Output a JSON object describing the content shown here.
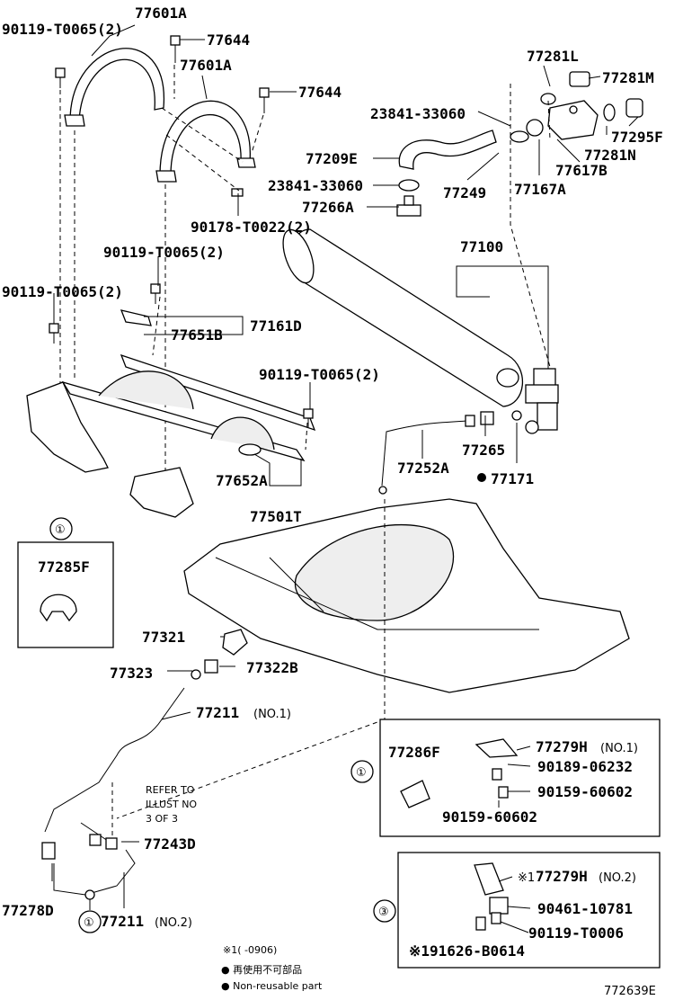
{
  "labels": {
    "p77601A_top": "77601A",
    "p90119_1": "90119-T0065(2)",
    "p77644_1": "77644",
    "p77601A_2": "77601A",
    "p77644_2": "77644",
    "p90178": "90178-T0022(2)",
    "p90119_2": "90119-T0065(2)",
    "p90119_3": "90119-T0065(2)",
    "p77651B": "77651B",
    "p77161D": "77161D",
    "p90119_4": "90119-T0065(2)",
    "p77652A": "77652A",
    "p77501T": "77501T",
    "p77281L": "77281L",
    "p77281M": "77281M",
    "p23841_1": "23841-33060",
    "p77295F": "77295F",
    "p77281N": "77281N",
    "p77617B": "77617B",
    "p77209E": "77209E",
    "p23841_2": "23841-33060",
    "p77249": "77249",
    "p77167A": "77167A",
    "p77266A": "77266A",
    "p77100": "77100",
    "p77265": "77265",
    "p77252A": "77252A",
    "p77171": "77171",
    "p77285F": "77285F",
    "p77321": "77321",
    "p77323": "77323",
    "p77322B": "77322B",
    "p77211_1": "77211",
    "p77211_1_note": "(NO.1)",
    "refer_1": "REFER TO",
    "refer_2": "ILLUST NO",
    "refer_3": "3 OF 3",
    "p77243D": "77243D",
    "p77278D": "77278D",
    "p77211_2": "77211",
    "p77211_2_note": "(NO.2)",
    "p77286F": "77286F",
    "p77279H_1": "77279H",
    "p77279H_1_note": "(NO.1)",
    "p90189": "90189-06232",
    "p90159_a": "90159-60602",
    "p90159_b": "90159-60602",
    "p77279H_2": "77279H",
    "p77279H_2_prefix": "※1",
    "p77279H_2_note": "(NO.2)",
    "p90461": "90461-10781",
    "p90119_T0006": "90119-T0006",
    "p91626": "※191626-B0614",
    "callout_1a": "①",
    "callout_1b": "①",
    "callout_1c": "①",
    "callout_3": "③",
    "legend_note": "※1(  -0906)",
    "legend_jp": "● 再使用不可部品",
    "legend_en": "● Non-reusable part",
    "diagram_id": "772639E"
  }
}
